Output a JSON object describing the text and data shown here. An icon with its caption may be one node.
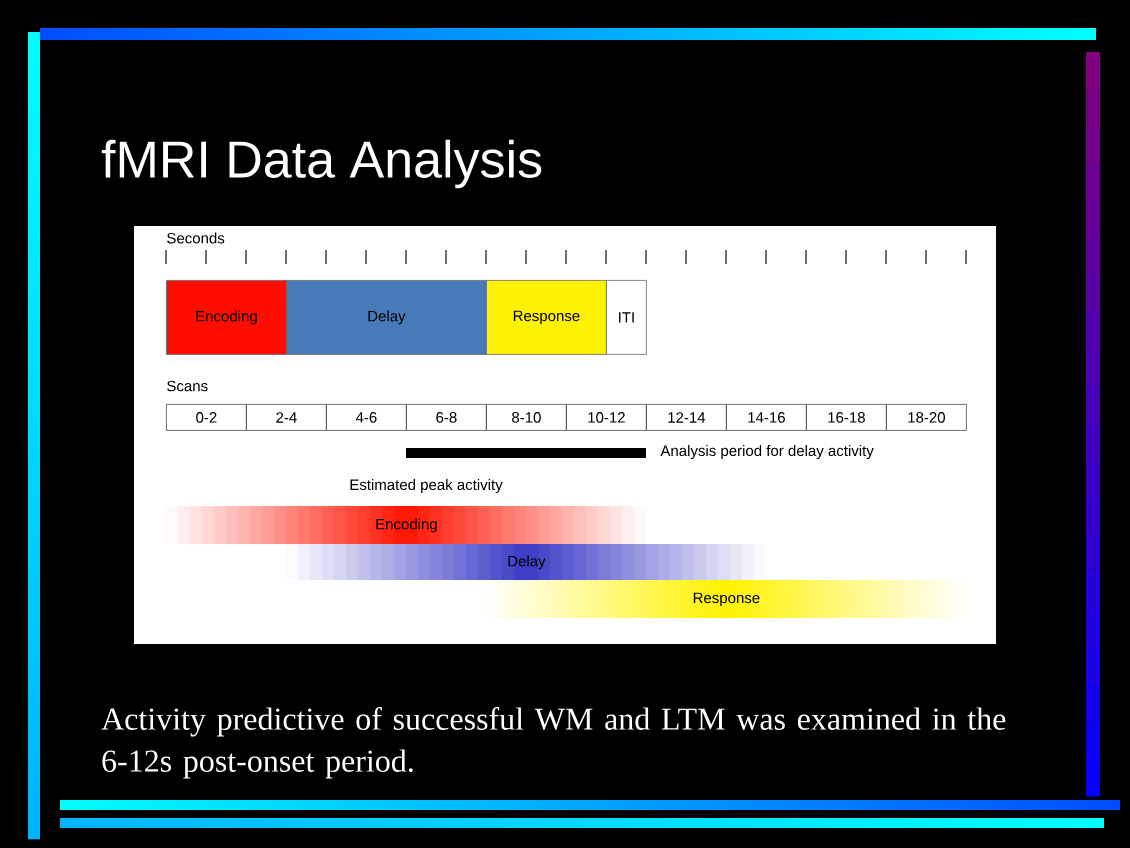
{
  "diagram": {
    "title": "fMRI Data Analysis",
    "caption": "Activity predictive of successful WM and LTM was examined in the 6-12s post-onset period.",
    "nodes": [
      {
        "text": [
          "Encoding"
        ]
      },
      {
        "text": [
          "Delay"
        ]
      },
      {
        "text": [
          "Response"
        ]
      },
      {
        "text": [
          "ITI"
        ]
      },
      {
        "text": [
          "Encoding"
        ]
      },
      {
        "text": [
          "Delay"
        ]
      },
      {
        "text": [
          "Response"
        ]
      }
    ],
    "labels": [
      "Seconds",
      "Scans",
      "0-2",
      "2-4",
      "4-6",
      "6-8",
      "8-10",
      "10-12",
      "12-14",
      "14-16",
      "16-18",
      "18-20",
      "Analysis period for delay activity",
      "Estimated peak activity"
    ]
  }
}
